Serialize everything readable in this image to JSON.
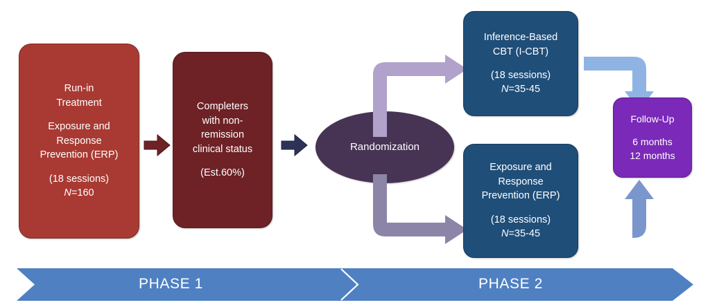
{
  "diagram": {
    "title": "Two-phase randomized trial flow diagram",
    "colors": {
      "runin_fill": "#a83a33",
      "completers_fill": "#6e2226",
      "randomization_fill": "#473454",
      "treatment_fill": "#1f4e79",
      "followup_fill": "#7a29b8",
      "phase_banner_fill": "#4e80c2",
      "arrow_red": "#6e2226",
      "arrow_navy": "#2d3257",
      "arrow_lavender": "#b1a2cc",
      "arrow_mauve": "#8d85a8",
      "arrow_lightblue": "#8fb4e3",
      "arrow_steelblue": "#7a96cd"
    }
  },
  "nodes": {
    "runin": {
      "name": "Run-in Treatment",
      "line1": "Run-in",
      "line2": "Treatment",
      "line3": "Exposure and",
      "line4": "Response",
      "line5": "Prevention (ERP)",
      "line6": "(18 sessions)",
      "n_italic": "N",
      "n_value": "=160"
    },
    "completers": {
      "name": "Completers with non-remission clinical status",
      "line1": "Completers",
      "line2": "with non-",
      "line3": "remission",
      "line4": "clinical status",
      "line5": "(Est.60%)"
    },
    "randomization": {
      "label": "Randomization"
    },
    "icbt": {
      "name": "Inference-Based CBT (I-CBT)",
      "line1": "Inference-Based",
      "line2": "CBT (I-CBT)",
      "line3": "(18 sessions)",
      "n_italic": "N",
      "n_value": "=35-45"
    },
    "erp": {
      "name": "Exposure and Response Prevention (ERP)",
      "line1": "Exposure and",
      "line2": "Response",
      "line3": "Prevention (ERP)",
      "line4": "(18 sessions)",
      "n_italic": "N",
      "n_value": "=35-45"
    },
    "followup": {
      "name": "Follow-Up",
      "line1": "Follow-Up",
      "line2": "6 months",
      "line3": "12 months"
    }
  },
  "phases": {
    "phase1": "PHASE 1",
    "phase2": "PHASE 2"
  },
  "arrows": {
    "runin_to_completers": "arrow-right",
    "completers_to_randomization": "arrow-right",
    "randomization_to_icbt": "elbow-up-right",
    "randomization_to_erp": "elbow-down-right",
    "icbt_to_followup": "elbow-right-down",
    "erp_to_followup": "elbow-right-up"
  }
}
